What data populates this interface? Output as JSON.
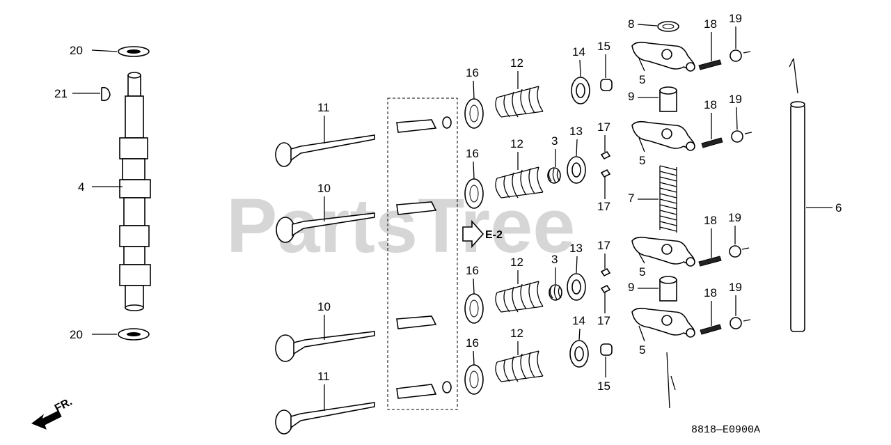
{
  "watermark": "PartsTree",
  "diagram_code": "8818—E0900A",
  "direction_label": "FR.",
  "reference_label": "E-2",
  "callouts": {
    "c20_top": "20",
    "c21": "21",
    "c4": "4",
    "c20_bot": "20",
    "c11_top": "11",
    "c10_mid": "10",
    "c10_low": "10",
    "c11_bot": "11",
    "c16_a": "16",
    "c16_b": "16",
    "c16_c": "16",
    "c16_d": "16",
    "c12_a": "12",
    "c12_b": "12",
    "c12_c": "12",
    "c12_d": "12",
    "c3_a": "3",
    "c3_b": "3",
    "c13_a": "13",
    "c13_b": "13",
    "c14_a": "14",
    "c14_b": "14",
    "c15_a": "15",
    "c15_b": "15",
    "c17_a": "17",
    "c17_b": "17",
    "c17_c": "17",
    "c17_d": "17",
    "c8": "8",
    "c9_a": "9",
    "c9_b": "9",
    "c7": "7",
    "c5_a": "5",
    "c5_b": "5",
    "c5_c": "5",
    "c5_d": "5",
    "c18_a": "18",
    "c18_b": "18",
    "c18_c": "18",
    "c18_d": "18",
    "c19_a": "19",
    "c19_b": "19",
    "c19_c": "19",
    "c19_d": "19",
    "c6": "6"
  }
}
